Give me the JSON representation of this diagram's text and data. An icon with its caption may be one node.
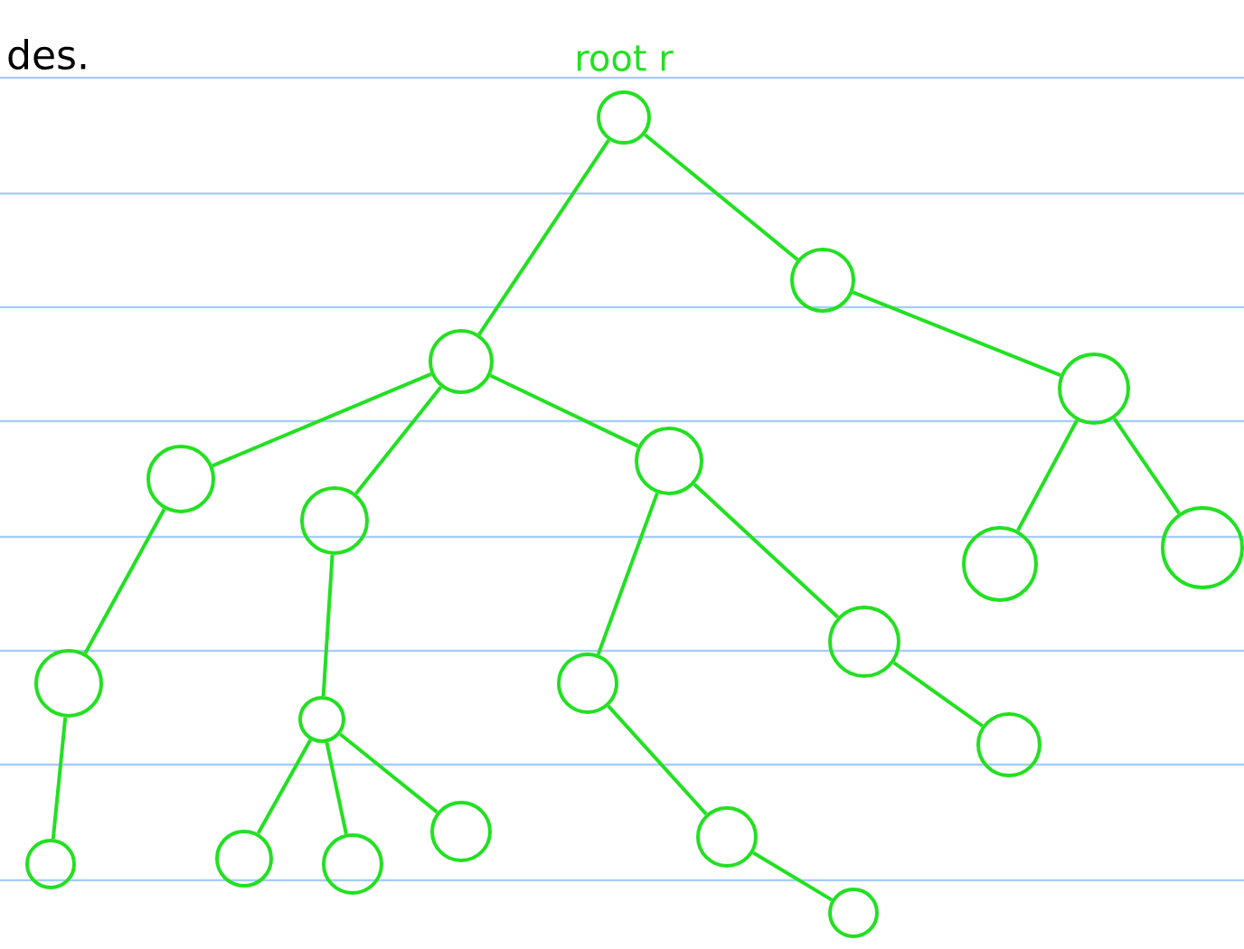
{
  "diagram": {
    "nodes": [
      {
        "text": [],
        "shape": "circle",
        "beside": [
          "root r"
        ]
      },
      {
        "text": [],
        "shape": "circle"
      },
      {
        "text": [],
        "shape": "circle"
      },
      {
        "text": [],
        "shape": "circle"
      },
      {
        "text": [],
        "shape": "circle"
      },
      {
        "text": [],
        "shape": "circle"
      },
      {
        "text": [],
        "shape": "circle"
      },
      {
        "text": [],
        "shape": "circle"
      },
      {
        "text": [],
        "shape": "circle"
      },
      {
        "text": [],
        "shape": "circle"
      },
      {
        "text": [],
        "shape": "circle"
      },
      {
        "text": [],
        "shape": "circle"
      },
      {
        "text": [],
        "shape": "circle"
      },
      {
        "text": [],
        "shape": "circle"
      },
      {
        "text": [],
        "shape": "circle"
      },
      {
        "text": [],
        "shape": "circle"
      },
      {
        "text": [],
        "shape": "circle"
      },
      {
        "text": [],
        "shape": "circle"
      },
      {
        "text": [],
        "shape": "circle"
      },
      {
        "text": [],
        "shape": "circle"
      }
    ],
    "edges": [
      {
        "from": 0,
        "to": 1,
        "arrow": "none"
      },
      {
        "from": 0,
        "to": 2,
        "arrow": "none"
      },
      {
        "from": 1,
        "to": 3,
        "arrow": "none"
      },
      {
        "from": 2,
        "to": 4,
        "arrow": "none"
      },
      {
        "from": 2,
        "to": 5,
        "arrow": "none"
      },
      {
        "from": 2,
        "to": 6,
        "arrow": "none"
      },
      {
        "from": 3,
        "to": 7,
        "arrow": "none"
      },
      {
        "from": 3,
        "to": 8,
        "arrow": "none"
      },
      {
        "from": 4,
        "to": 9,
        "arrow": "none"
      },
      {
        "from": 5,
        "to": 10,
        "arrow": "none"
      },
      {
        "from": 6,
        "to": 11,
        "arrow": "none"
      },
      {
        "from": 6,
        "to": 12,
        "arrow": "none"
      },
      {
        "from": 9,
        "to": 13,
        "arrow": "none"
      },
      {
        "from": 10,
        "to": 14,
        "arrow": "none"
      },
      {
        "from": 10,
        "to": 15,
        "arrow": "none"
      },
      {
        "from": 10,
        "to": 16,
        "arrow": "none"
      },
      {
        "from": 12,
        "to": 17,
        "arrow": "none"
      },
      {
        "from": 11,
        "to": 18,
        "arrow": "none"
      },
      {
        "from": 18,
        "to": 19,
        "arrow": "none"
      }
    ],
    "labels": [
      "des."
    ]
  }
}
